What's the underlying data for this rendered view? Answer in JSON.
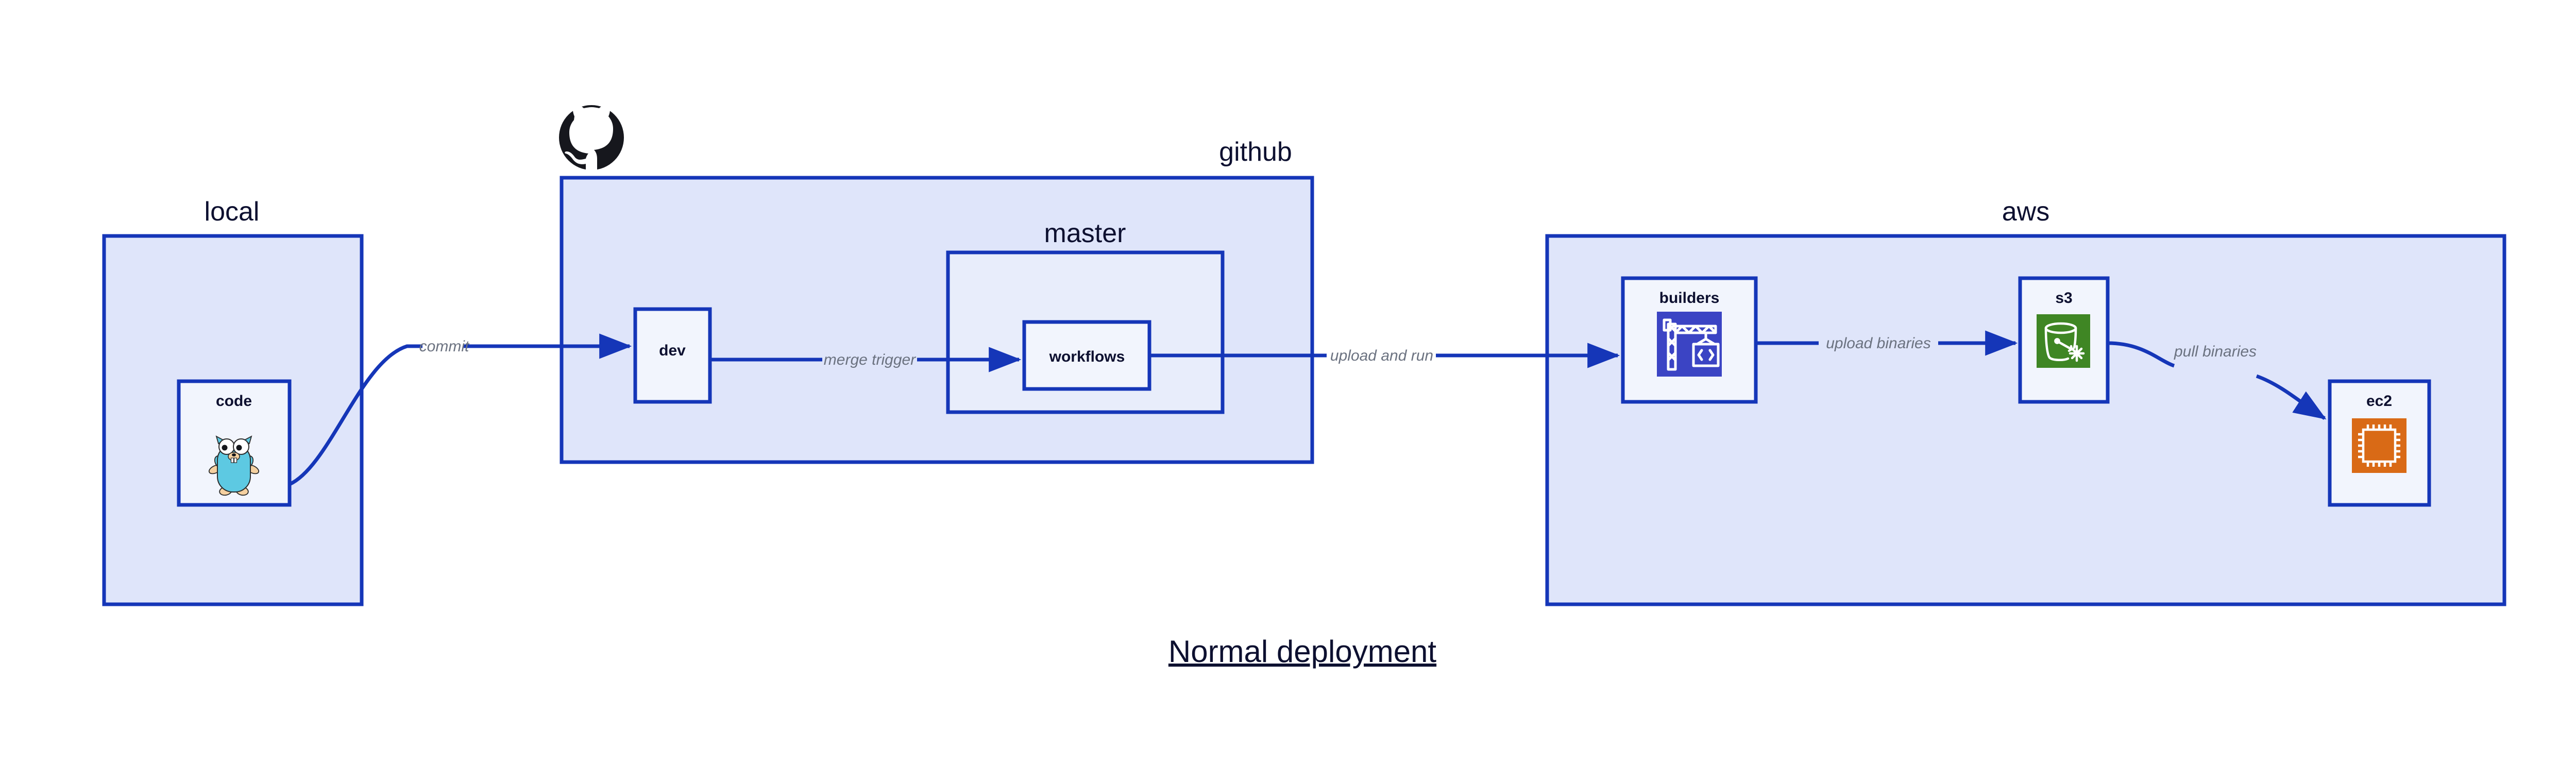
{
  "title": "Normal deployment",
  "colors": {
    "edge": "#1536b8",
    "group_fill": "#dfe5fa",
    "sub_fill": "#e8edfb",
    "node_fill": "#f2f5fd",
    "label_text": "#0d1030",
    "edge_label_text": "#6b7280",
    "codebuild_icon": "#3b44c4",
    "s3_icon": "#3f8624",
    "ec2_icon": "#d96a16",
    "gopher_body": "#5dc9e2",
    "gopher_limb": "#f4d0a0",
    "github_logo": "#16171d",
    "background": "#ffffff"
  },
  "groups": [
    {
      "id": "local",
      "label": "local"
    },
    {
      "id": "github",
      "label": "github"
    },
    {
      "id": "master",
      "label": "master"
    },
    {
      "id": "aws",
      "label": "aws"
    }
  ],
  "nodes": [
    {
      "id": "code",
      "label": "code",
      "icon": "go-gopher-icon"
    },
    {
      "id": "dev",
      "label": "dev",
      "icon": "none"
    },
    {
      "id": "workflows",
      "label": "workflows",
      "icon": "none"
    },
    {
      "id": "builders",
      "label": "builders",
      "icon": "aws-codebuild-icon"
    },
    {
      "id": "s3",
      "label": "s3",
      "icon": "aws-s3-glacier-icon"
    },
    {
      "id": "ec2",
      "label": "ec2",
      "icon": "aws-ec2-icon"
    }
  ],
  "edges": [
    {
      "id": "commit",
      "from": "code",
      "to": "dev",
      "label": "commit"
    },
    {
      "id": "merge-trigger",
      "from": "dev",
      "to": "workflows",
      "label": "merge trigger"
    },
    {
      "id": "upload-and-run",
      "from": "workflows",
      "to": "builders",
      "label": "upload and run"
    },
    {
      "id": "upload-binaries",
      "from": "builders",
      "to": "s3",
      "label": "upload binaries"
    },
    {
      "id": "pull-binaries",
      "from": "s3",
      "to": "ec2",
      "label": "pull binaries"
    }
  ],
  "icons": {
    "github_logo": "github-octocat-icon"
  }
}
